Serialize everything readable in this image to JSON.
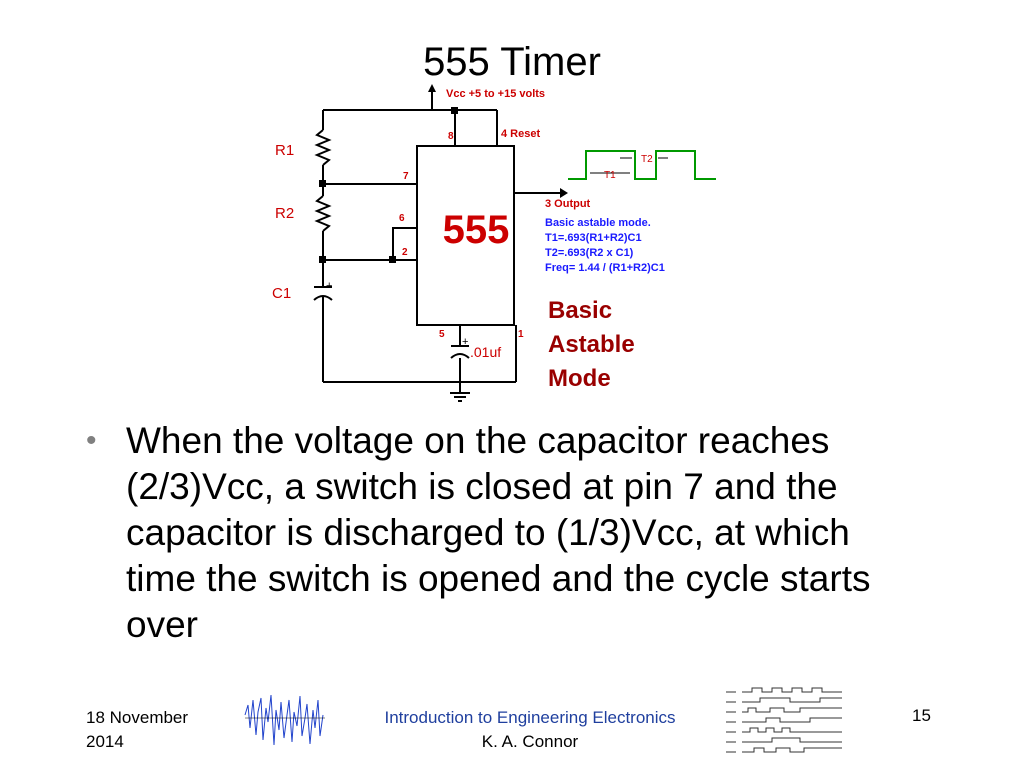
{
  "slide": {
    "title": "555 Timer",
    "bullet": "When the voltage on the capacitor reaches (2/3)Vcc, a switch is closed at pin 7 and the capacitor is discharged to (1/3)Vcc, at which time the switch is opened and the cycle starts over"
  },
  "circuit": {
    "vcc_label": "Vcc +5 to +15 volts",
    "chip_label": "555",
    "r1": "R1",
    "r2": "R2",
    "c1": "C1",
    "cap_value": ".01uf",
    "plus": "+",
    "pin8": "8",
    "pin4": "4 Reset",
    "pin7": "7",
    "pin6": "6",
    "pin2": "2",
    "pin5": "5",
    "pin1": "1",
    "output": "3  Output",
    "t1": "T1",
    "t2": "T2",
    "notes": [
      "Basic astable mode.",
      "T1=.693(R1+R2)C1",
      "T2=.693(R2 x C1)",
      "Freq= 1.44 / (R1+R2)C1"
    ],
    "mode_lines": [
      "Basic",
      "Astable",
      "Mode"
    ]
  },
  "footer": {
    "date_line1": "18 November",
    "date_line2": "2014",
    "course": "Introduction to Engineering Electronics",
    "author": "K. A. Connor",
    "page": "15"
  },
  "colors": {
    "wire": "#000000",
    "red_label": "#cc0000",
    "blue_text": "#1a1aff",
    "waveform": "#009900",
    "link": "#1f3f9e"
  }
}
